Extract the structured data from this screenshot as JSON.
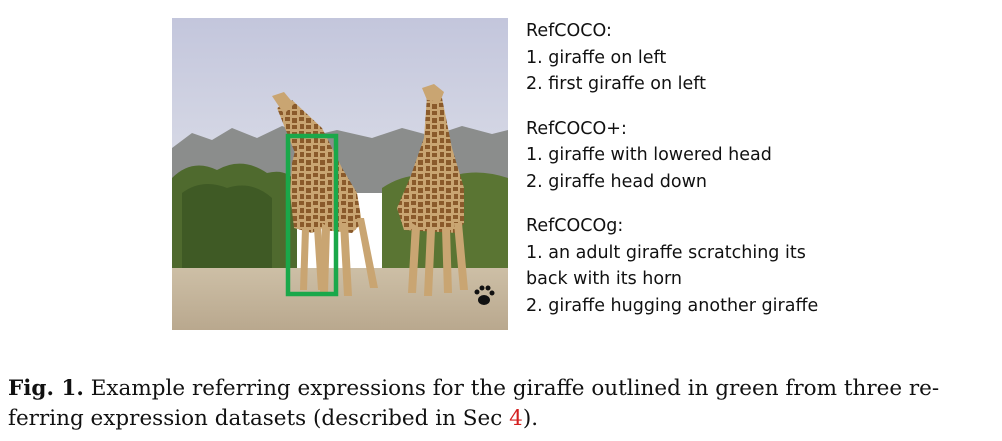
{
  "datasets": [
    {
      "name": "RefCOCO:",
      "expressions": [
        "1. giraffe on left",
        "2. first giraffe on left"
      ]
    },
    {
      "name": "RefCOCO+:",
      "expressions": [
        "1. giraffe with lowered head",
        "2. giraffe head down"
      ]
    },
    {
      "name": "RefCOCOg:",
      "expressions": [
        "1. an adult giraffe scratching its",
        "back with its horn",
        "2. giraffe hugging another giraffe"
      ]
    }
  ],
  "caption": {
    "label": "Fig. 1.",
    "line1": "Example referring expressions for the giraffe outlined in green from three re-",
    "line2_prefix": "ferring expression datasets (described in Sec ",
    "line2_ref": "4",
    "line2_suffix": ")."
  },
  "colors": {
    "outline": "#1aa84a",
    "caption_ref": "#d42020"
  }
}
